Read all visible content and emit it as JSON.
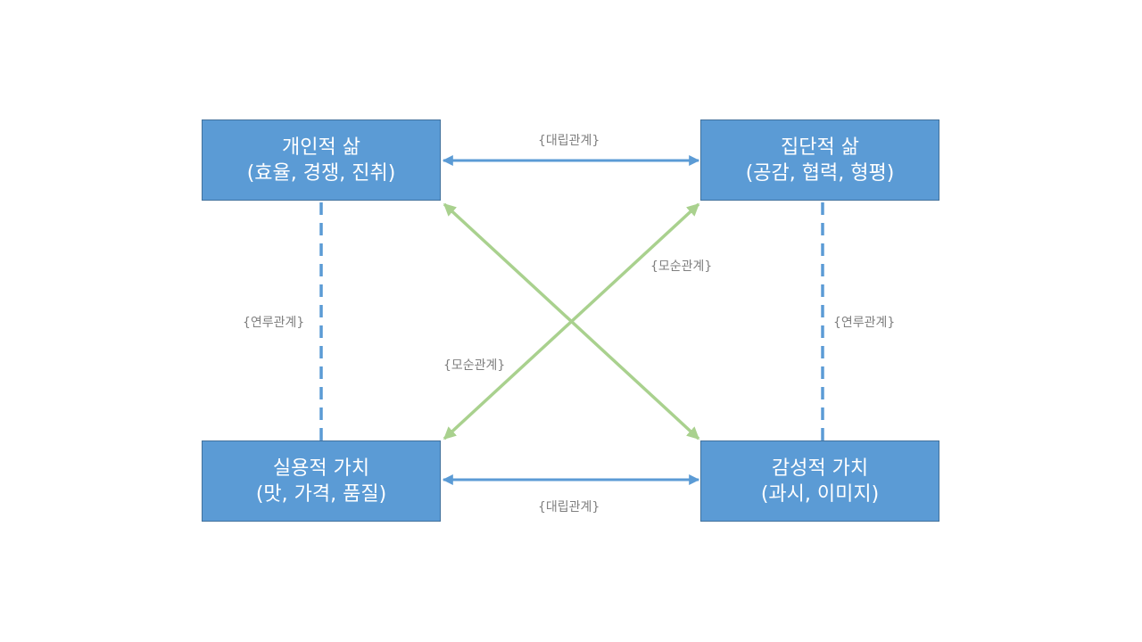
{
  "nodes": {
    "top_left": {
      "line1": "개인적 삶",
      "line2": "(효율, 경쟁, 진취)"
    },
    "top_right": {
      "line1": "집단적 삶",
      "line2": "(공감, 협력, 형평)"
    },
    "bottom_left": {
      "line1": "실용적 가치",
      "line2": "(맛, 가격, 품질)"
    },
    "bottom_right": {
      "line1": "감성적 가치",
      "line2": "(과시, 이미지)"
    }
  },
  "relations": {
    "top": "{대립관계}",
    "bottom": "{대립관계}",
    "left": "{연루관계}",
    "right": "{연루관계}",
    "diag_upper": "{모순관계}",
    "diag_lower": "{모순관계}"
  },
  "colors": {
    "box_fill": "#5b9bd5",
    "box_border": "#41719c",
    "blue_line": "#5b9bd5",
    "green_line": "#a9d18e",
    "label_text": "#7f7f7f"
  }
}
